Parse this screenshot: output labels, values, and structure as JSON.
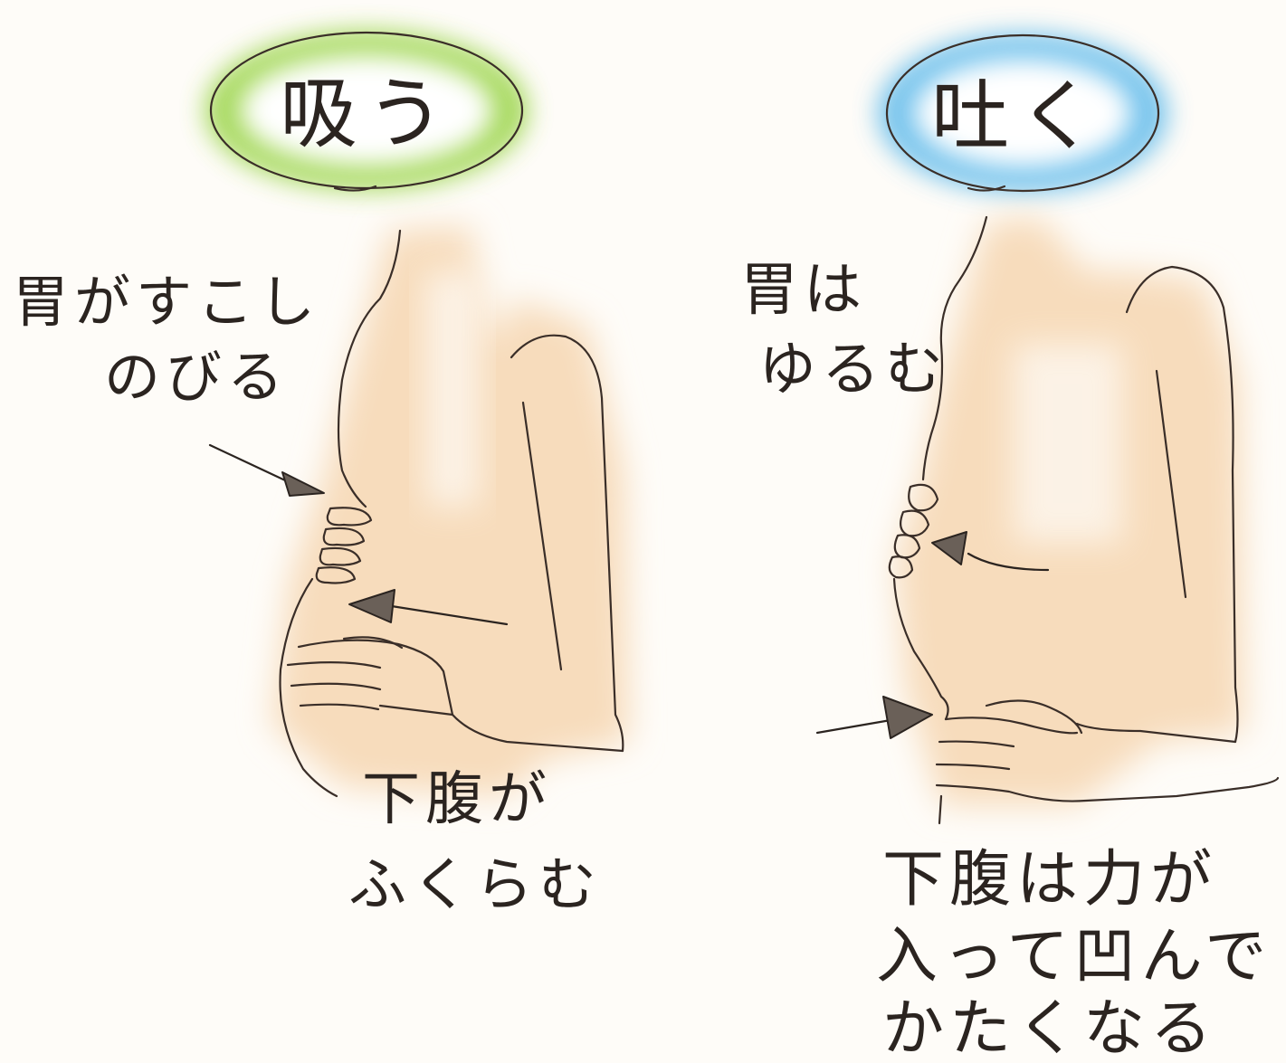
{
  "colors": {
    "paper": "#fefcf8",
    "skin": "#f7dcbc",
    "inhale_glow": "#93d13a",
    "exhale_glow": "#5ab8ea",
    "ink": "#2b2420"
  },
  "inhale": {
    "title": "吸う",
    "stomach_label_line1": "胃がすこし",
    "stomach_label_line2": "のびる",
    "belly_label_line1": "下腹が",
    "belly_label_line2": "ふくらむ"
  },
  "exhale": {
    "title": "吐く",
    "stomach_label_line1": "胃は",
    "stomach_label_line2": "ゆるむ",
    "belly_label_line1": "下腹は力が",
    "belly_label_line2": "入って凹んで",
    "belly_label_line3": "かたくなる"
  },
  "icons": {
    "title_bubble": "speech-bubble-icon",
    "arrow": "arrow-icon"
  }
}
